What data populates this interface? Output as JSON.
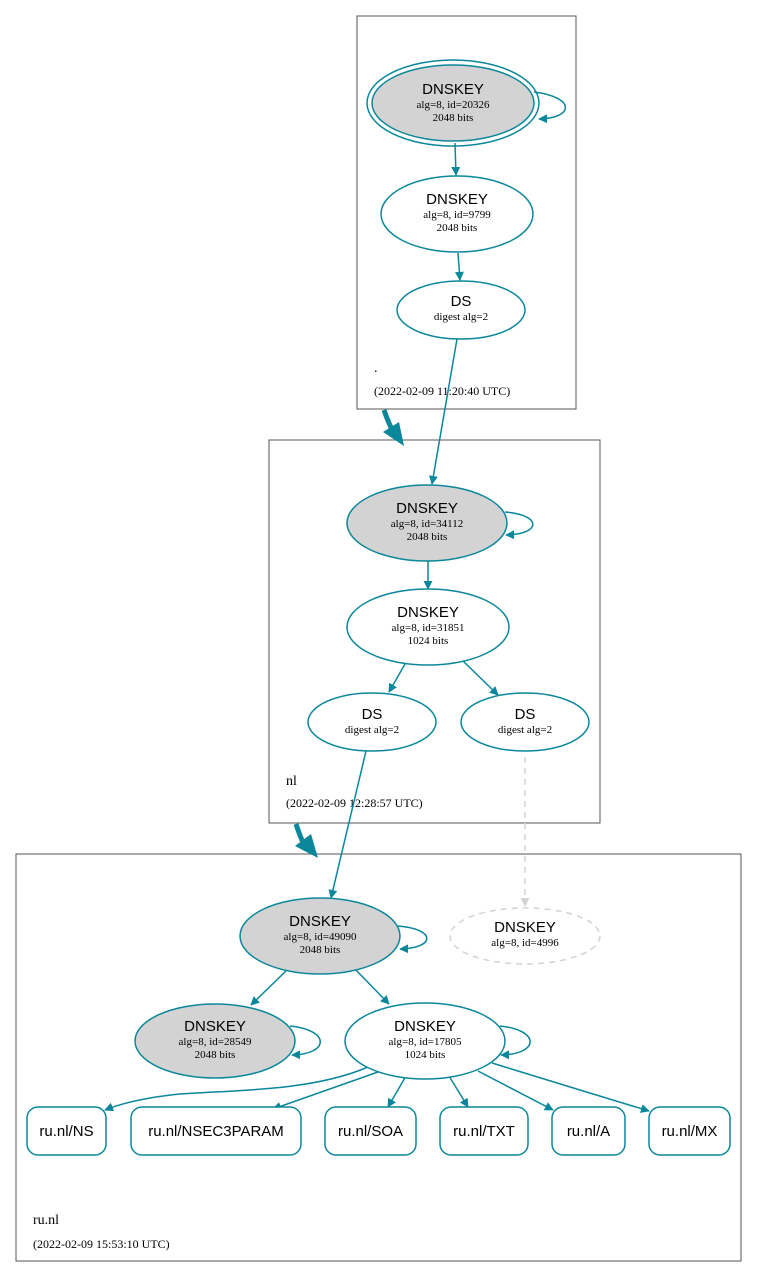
{
  "colors": {
    "edge": "#0a879a",
    "key_fill": "#d3d3d3",
    "inactive": "#d3d3d3",
    "zone_border": "#555555"
  },
  "zones": {
    "root": {
      "name": ".",
      "timestamp": "(2022-02-09 11:20:40 UTC)"
    },
    "nl": {
      "name": "nl",
      "timestamp": "(2022-02-09 12:28:57 UTC)"
    },
    "runl": {
      "name": "ru.nl",
      "timestamp": "(2022-02-09 15:53:10 UTC)"
    }
  },
  "nodes": {
    "root_ksk": {
      "type": "DNSKEY",
      "line1": "alg=8, id=20326",
      "line2": "2048 bits"
    },
    "root_zsk": {
      "type": "DNSKEY",
      "line1": "alg=8, id=9799",
      "line2": "2048 bits"
    },
    "root_ds": {
      "type": "DS",
      "line1": "digest alg=2"
    },
    "nl_ksk": {
      "type": "DNSKEY",
      "line1": "alg=8, id=34112",
      "line2": "2048 bits"
    },
    "nl_zsk": {
      "type": "DNSKEY",
      "line1": "alg=8, id=31851",
      "line2": "1024 bits"
    },
    "nl_ds1": {
      "type": "DS",
      "line1": "digest alg=2"
    },
    "nl_ds2": {
      "type": "DS",
      "line1": "digest alg=2"
    },
    "runl_ksk": {
      "type": "DNSKEY",
      "line1": "alg=8, id=49090",
      "line2": "2048 bits"
    },
    "runl_missing": {
      "type": "DNSKEY",
      "line1": "alg=8, id=4996"
    },
    "runl_key2": {
      "type": "DNSKEY",
      "line1": "alg=8, id=28549",
      "line2": "2048 bits"
    },
    "runl_zsk": {
      "type": "DNSKEY",
      "line1": "alg=8, id=17805",
      "line2": "1024 bits"
    }
  },
  "rrsets": [
    "ru.nl/NS",
    "ru.nl/NSEC3PARAM",
    "ru.nl/SOA",
    "ru.nl/TXT",
    "ru.nl/A",
    "ru.nl/MX"
  ]
}
